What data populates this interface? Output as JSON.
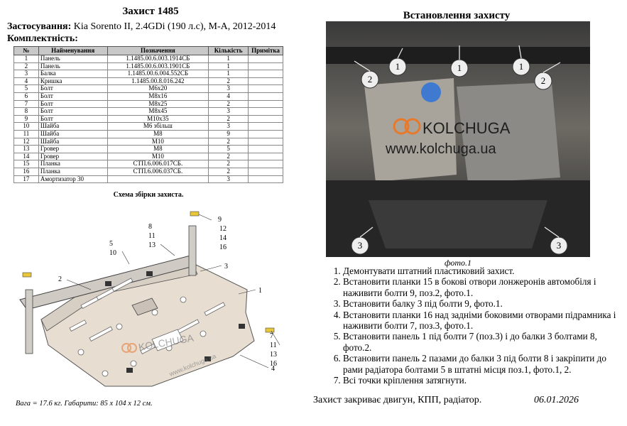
{
  "header": {
    "title": "Захист 1485",
    "applicability_label": "Застосування:",
    "applicability_value": " Kia Sorento II, 2.4GDi (190 л.с), М-А, 2012-2014",
    "kit_label": "Комплектність:"
  },
  "parts_table": {
    "headers": [
      "№",
      "Найменування",
      "Позначення",
      "Кількість",
      "Примітка"
    ],
    "rows": [
      [
        "1",
        "Панель",
        "1.1485.00.6.003.1914СБ",
        "1",
        ""
      ],
      [
        "2",
        "Панель",
        "1.1485.00.6.003.1901СБ",
        "1",
        ""
      ],
      [
        "3",
        "Балка",
        "1.1485.00.6.004.552СБ",
        "1",
        ""
      ],
      [
        "4",
        "Кришка",
        "1.1485.00.8.016.242",
        "2",
        ""
      ],
      [
        "5",
        "Болт",
        "M6x20",
        "3",
        ""
      ],
      [
        "6",
        "Болт",
        "M8x16",
        "4",
        ""
      ],
      [
        "7",
        "Болт",
        "M8x25",
        "2",
        ""
      ],
      [
        "8",
        "Болт",
        "M8x45",
        "3",
        ""
      ],
      [
        "9",
        "Болт",
        "M10x35",
        "2",
        ""
      ],
      [
        "10",
        "Шайба",
        "M6 збільш",
        "3",
        ""
      ],
      [
        "11",
        "Шайба",
        "M8",
        "9",
        ""
      ],
      [
        "12",
        "Шайба",
        "M10",
        "2",
        ""
      ],
      [
        "13",
        "Гровер",
        "M8",
        "5",
        ""
      ],
      [
        "14",
        "Гровер",
        "M10",
        "2",
        ""
      ],
      [
        "15",
        "Планка",
        "СТП.6.006.017СБ.",
        "2",
        ""
      ],
      [
        "16",
        "Планка",
        "СТП.6.006.037СБ.",
        "2",
        ""
      ],
      [
        "17",
        "Амортизатор 30",
        "",
        "3",
        ""
      ]
    ]
  },
  "scheme": {
    "caption": "Схема збірки захиста.",
    "callouts": {
      "c1": "1",
      "c2": "2",
      "c3": "3",
      "c4": "4",
      "c5": "5",
      "c10": "10",
      "c8": "8",
      "c11": "11",
      "c13": "13",
      "c9": "9",
      "c12": "12",
      "c14": "14",
      "c16": "16",
      "c7": "7",
      "c11b": "11",
      "c13b": "13",
      "c16b": "16"
    },
    "watermark_brand": "KOLCHUGA",
    "watermark_url": "www.kolchuga.ua"
  },
  "footer_left": "Вага = 17.6 кг.  Габарити: 85 x 104 x 12 см.",
  "install": {
    "title": "Встановлення захисту",
    "photo_caption": "фото.1",
    "photo_brand": "KOLCHUGA",
    "photo_url": "www.kolchuga.ua",
    "photo_labels": {
      "l1a": "1",
      "l1b": "1",
      "l1c": "1",
      "l2a": "2",
      "l2b": "2",
      "l3a": "3",
      "l3b": "3"
    },
    "steps": [
      "Демонтувати штатний пластиковий захист.",
      "Встановити планки 15 в бокові отвори лонжеронів автомобіля і наживити болти 9, поз.2, фото.1.",
      "Встановити балку 3 під болти 9, фото.1.",
      "Встановити планки 16 над задніми боковими отворами підрамника і наживити болти 7, поз.3, фото.1.",
      "Встановити панель 1 під болти 7 (поз.3) і до балки 3 болтами 8, фото.2.",
      "Встановити панель 2 пазами до балки 3 під болти 8 і закріпити до рами радіатора болтами 5 в штатні місця поз.1, фото.1, 2.",
      "Всі точки кріплення затягнути."
    ],
    "summary": "Захист закриває двигун, КПП, радіатор.",
    "date": "06.01.2026"
  },
  "colors": {
    "table_header": "#c8c8c8",
    "brand_orange": "#e8782a",
    "plate": "#e6dcd0"
  }
}
